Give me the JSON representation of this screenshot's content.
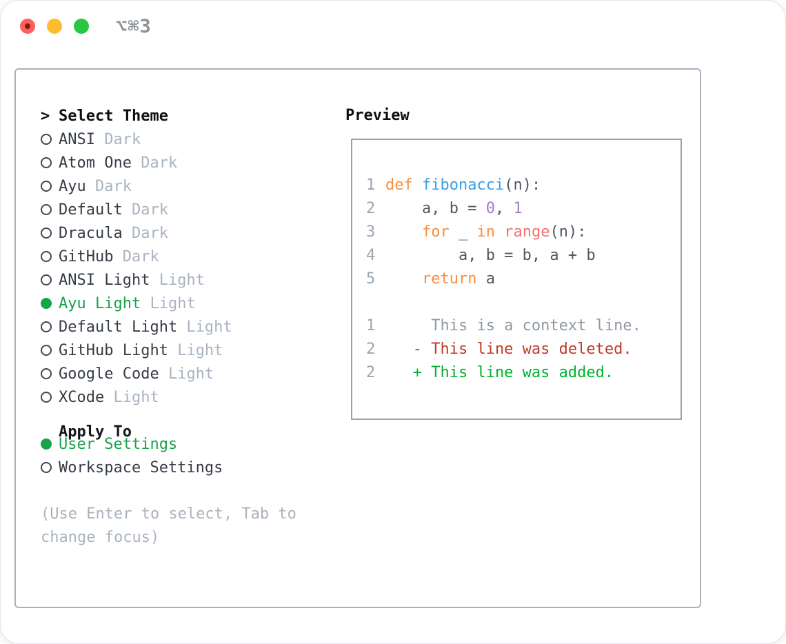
{
  "window": {
    "title": "⌥⌘3"
  },
  "theme_panel": {
    "header_prefix": ">",
    "header_label": "Select Theme",
    "items": [
      {
        "name": "ANSI",
        "variant": "Dark",
        "selected": false
      },
      {
        "name": "Atom One",
        "variant": "Dark",
        "selected": false
      },
      {
        "name": "Ayu",
        "variant": "Dark",
        "selected": false
      },
      {
        "name": "Default",
        "variant": "Dark",
        "selected": false
      },
      {
        "name": "Dracula",
        "variant": "Dark",
        "selected": false
      },
      {
        "name": "GitHub",
        "variant": "Dark",
        "selected": false
      },
      {
        "name": "ANSI Light",
        "variant": "Light",
        "selected": false
      },
      {
        "name": "Ayu Light",
        "variant": "Light",
        "selected": true
      },
      {
        "name": "Default Light",
        "variant": "Light",
        "selected": false
      },
      {
        "name": "GitHub Light",
        "variant": "Light",
        "selected": false
      },
      {
        "name": "Google Code",
        "variant": "Light",
        "selected": false
      },
      {
        "name": "XCode",
        "variant": "Light",
        "selected": false
      }
    ],
    "apply_to": {
      "label": "Apply To",
      "options": [
        {
          "name": "User Settings",
          "selected": true
        },
        {
          "name": "Workspace Settings",
          "selected": false
        }
      ]
    },
    "hint": "(Use Enter to select, Tab to change focus)"
  },
  "preview": {
    "header": "Preview",
    "code_lines": [
      {
        "num": "1",
        "segments": [
          {
            "text": "def",
            "style": "keyword"
          },
          {
            "text": " ",
            "style": "plain"
          },
          {
            "text": "fibonacci",
            "style": "function"
          },
          {
            "text": "(n):",
            "style": "plain"
          }
        ]
      },
      {
        "num": "2",
        "segments": [
          {
            "text": "    a, b = ",
            "style": "plain"
          },
          {
            "text": "0",
            "style": "number"
          },
          {
            "text": ", ",
            "style": "plain"
          },
          {
            "text": "1",
            "style": "number"
          }
        ]
      },
      {
        "num": "3",
        "segments": [
          {
            "text": "    ",
            "style": "plain"
          },
          {
            "text": "for",
            "style": "keyword"
          },
          {
            "text": " _ ",
            "style": "plain"
          },
          {
            "text": "in",
            "style": "keyword"
          },
          {
            "text": " ",
            "style": "plain"
          },
          {
            "text": "range",
            "style": "builtin"
          },
          {
            "text": "(n):",
            "style": "plain"
          }
        ]
      },
      {
        "num": "4",
        "segments": [
          {
            "text": "        a, b = b, a + b",
            "style": "plain"
          }
        ]
      },
      {
        "num": "5",
        "segments": [
          {
            "text": "    ",
            "style": "plain"
          },
          {
            "text": "return",
            "style": "keyword"
          },
          {
            "text": " a",
            "style": "plain"
          }
        ]
      },
      {
        "num": "",
        "segments": []
      },
      {
        "num": "1",
        "segments": [
          {
            "text": "     This is a context line.",
            "style": "context"
          }
        ]
      },
      {
        "num": "2",
        "segments": [
          {
            "text": "   - This line was deleted.",
            "style": "deleted"
          }
        ]
      },
      {
        "num": "2",
        "segments": [
          {
            "text": "   + This line was added.",
            "style": "added"
          }
        ]
      }
    ]
  },
  "colors": {
    "accent_green": "#16a34a",
    "keyword": "#fa8d3e",
    "function": "#399ee6",
    "number": "#a37acc",
    "builtin": "#f07171",
    "plain": "#515861",
    "context": "#8f98a1",
    "deleted": "#c13b28",
    "added": "#00b32d",
    "traffic_red": "#ff5f57",
    "traffic_yellow": "#febc2e",
    "traffic_green": "#28c840"
  }
}
